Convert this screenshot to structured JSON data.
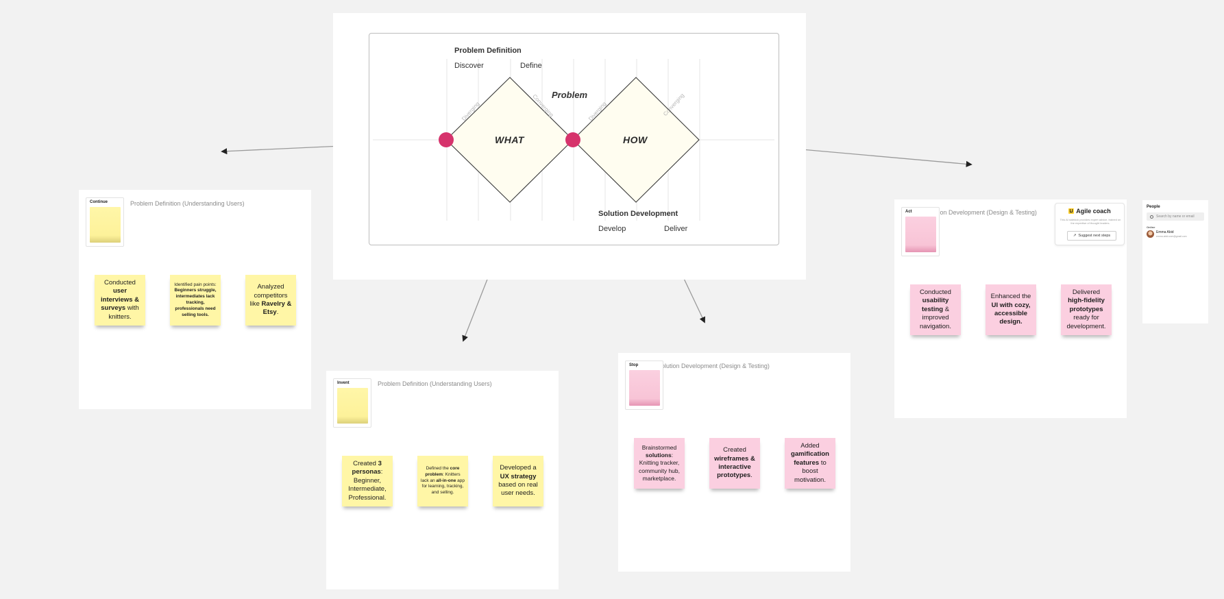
{
  "colors": {
    "canvas_bg": "#f2f2f2",
    "sticky_yellow": "#fff6a6",
    "sticky_pink": "#fbcfe0",
    "node_pink": "#d6336c",
    "diamond_fill": "#fffdf0"
  },
  "diagram": {
    "problem_definition": "Problem Definition",
    "discover": "Discover",
    "define": "Define",
    "problem": "Problem",
    "diverging_1": "Diverging",
    "converging_1": "Converging",
    "diverging_2": "Diverging",
    "converging_2": "Converging",
    "what": "WHAT",
    "how": "HOW",
    "solution_development": "Solution Development",
    "develop": "Develop",
    "deliver": "Deliver"
  },
  "frames": {
    "continue": {
      "title": "Problem Definition (Understanding Users)",
      "category": "Continue",
      "notes": [
        {
          "html": "Conducted <b>user interviews &amp; surveys</b> with knitters."
        },
        {
          "html": "Identified pain points: <b>Beginners struggle, intermediates lack tracking, professionals need selling tools.</b>",
          "small": true
        },
        {
          "html": "Analyzed competitors like <b>Ravelry &amp; Etsy</b>."
        }
      ]
    },
    "invent": {
      "title": "Problem Definition (Understanding Users)",
      "category": "Invent",
      "notes": [
        {
          "html": "Created <b>3 personas</b>: Beginner, Intermediate, Professional."
        },
        {
          "html": "Defined the <b>core problem</b>: Knitters lack an <b>all-in-one</b> app for learning, tracking, and selling.",
          "small": true
        },
        {
          "html": "Developed a <b>UX strategy</b> based on real user needs."
        }
      ]
    },
    "stop": {
      "title": "Solution Development (Design & Testing)",
      "category": "Stop",
      "notes": [
        {
          "html": "Brainstormed <b>solutions</b>: Knitting tracker, community hub, marketplace.",
          "smallish": true
        },
        {
          "html": "Created <b>wireframes &amp; interactive prototypes</b>."
        },
        {
          "html": "Added <b>gamification features</b> to boost motivation."
        }
      ]
    },
    "act": {
      "title": "Solution Development (Design & Testing)",
      "category": "Act",
      "notes": [
        {
          "html": "Conducted <b>usability testing</b> &amp; improved navigation."
        },
        {
          "html": "Enhanced the <b>UI with cozy, accessible design.</b>"
        },
        {
          "html": "Delivered <b>high-fidelity prototypes</b> ready for development."
        }
      ]
    }
  },
  "agile_coach": {
    "icon": "agile-coach-icon",
    "title": "Agile coach",
    "description": "This AI sidekick provides expert advice, trained on the expertise of thought leaders.",
    "button_label": "Suggest next steps"
  },
  "people_panel": {
    "title": "People",
    "search_placeholder": "Search by name or email",
    "section_label": "Online",
    "person_name": "Emma Abid",
    "person_email": "emma.abid.user@gmail.com"
  }
}
